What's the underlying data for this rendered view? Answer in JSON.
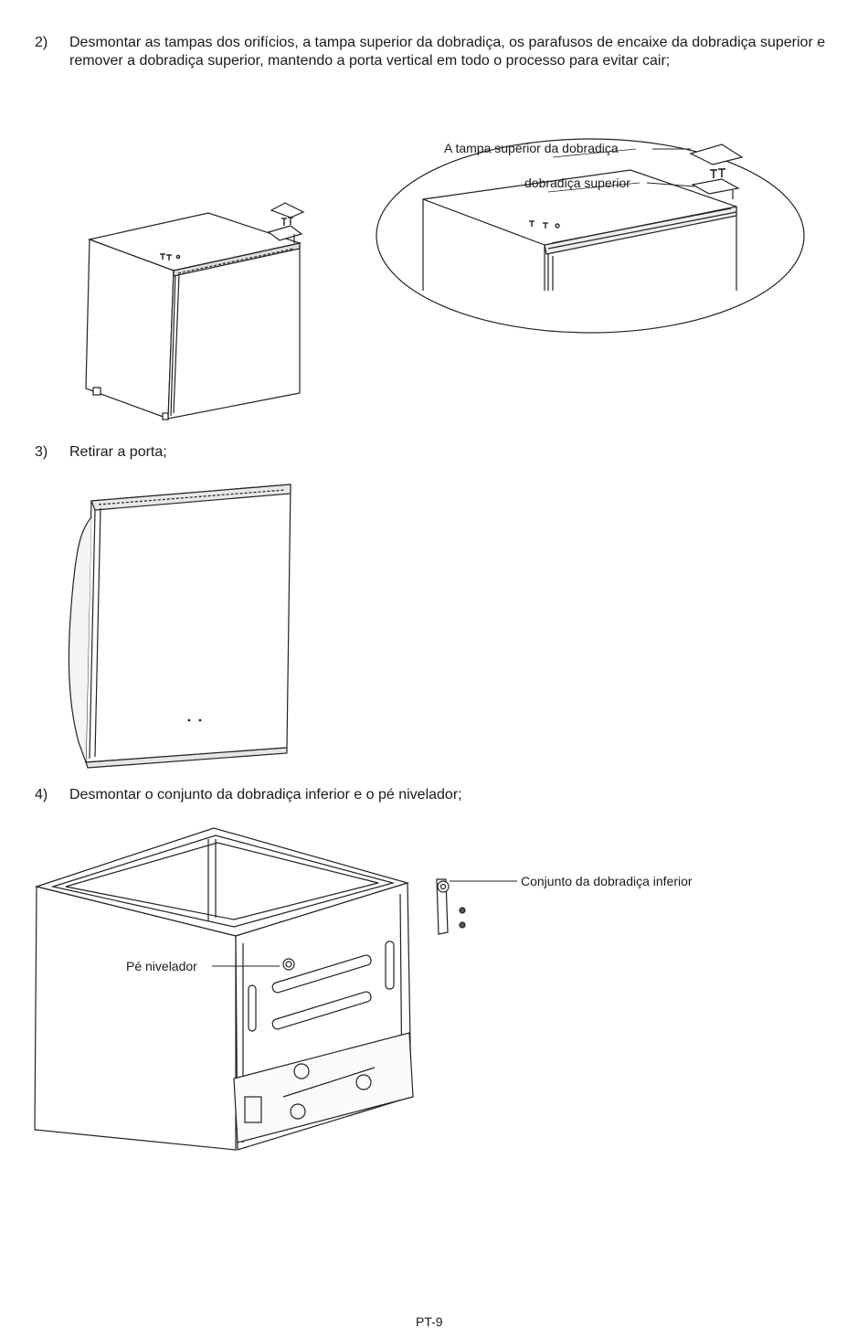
{
  "steps": [
    {
      "number": "2)",
      "text": "Desmontar as tampas dos orifícios, a tampa superior da dobradiça, os parafusos de encaixe da dobradiça superior e remover a dobradiça superior, mantendo a porta vertical em todo o processo para evitar cair;"
    },
    {
      "number": "3)",
      "text": "Retirar a porta;"
    },
    {
      "number": "4)",
      "text": "Desmontar o conjunto da dobradiça inferior e o pé nivelador;"
    }
  ],
  "labels": {
    "top_hinge_cover": "A tampa superior da dobradiça",
    "top_hinge": "dobradiça superior",
    "bottom_hinge_assembly": "Conjunto da dobradiça inferior",
    "leveling_foot": "Pé nivelador"
  },
  "footer": {
    "page": "PT-9"
  }
}
